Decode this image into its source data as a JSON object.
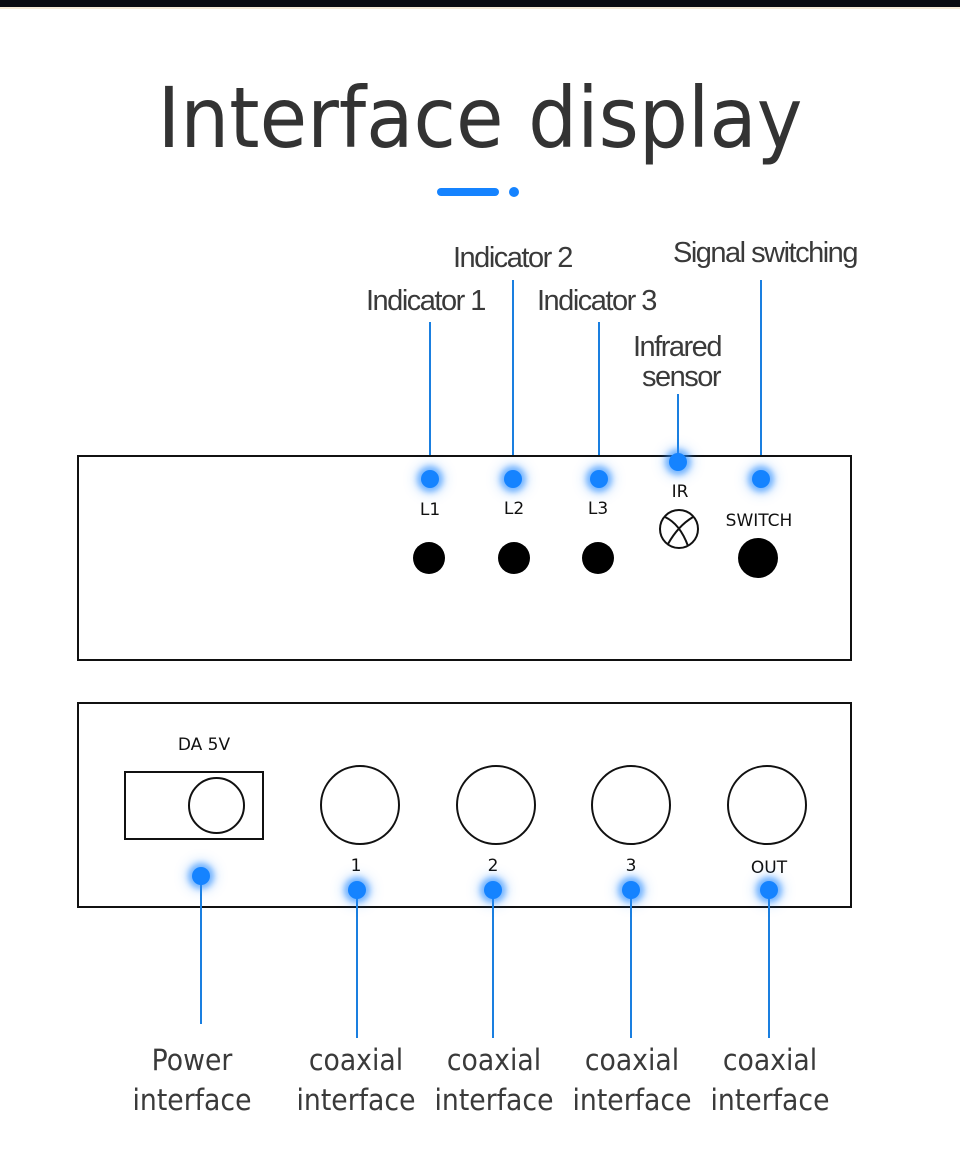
{
  "title": "Interface display",
  "colors": {
    "accent": "#1583ff",
    "leader_line": "#1a7fe0",
    "text": "#333333",
    "panel_stroke": "#111111"
  },
  "front_panel": {
    "callouts": {
      "indicator1": "Indicator 1",
      "indicator2": "Indicator 2",
      "indicator3": "Indicator 3",
      "infrared_line1": "Infrared",
      "infrared_line2": "sensor",
      "signal_switching": "Signal switching"
    },
    "labels": {
      "l1": "L1",
      "l2": "L2",
      "l3": "L3",
      "ir": "IR",
      "switch": "SWITCH"
    }
  },
  "rear_panel": {
    "labels": {
      "power": "DA 5V",
      "port1": "1",
      "port2": "2",
      "port3": "3",
      "out": "OUT"
    },
    "callouts": [
      {
        "line1": "Power",
        "line2": "interface"
      },
      {
        "line1": "coaxial",
        "line2": "interface"
      },
      {
        "line1": "coaxial",
        "line2": "interface"
      },
      {
        "line1": "coaxial",
        "line2": "interface"
      },
      {
        "line1": "coaxial",
        "line2": "interface"
      }
    ]
  }
}
